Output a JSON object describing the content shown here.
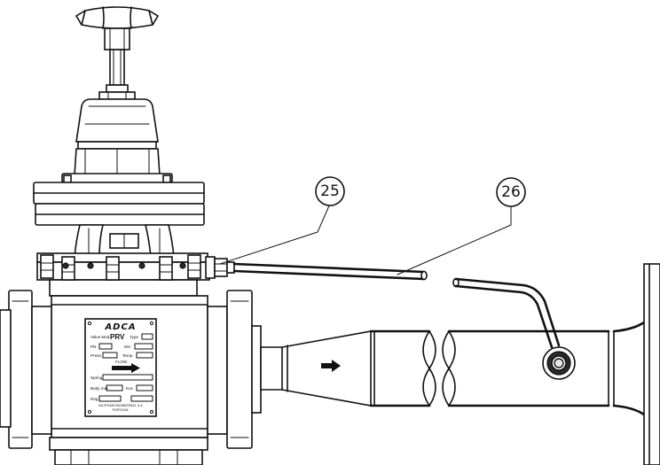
{
  "callouts": [
    {
      "number": "25",
      "target": "pressure-sensing-line-fitting"
    },
    {
      "number": "26",
      "target": "pressure-sensing-line-tube"
    }
  ],
  "nameplate": {
    "brand": "ADCA",
    "valve_mod_label": "Valve Mod.",
    "valve_mod_value": "PRV",
    "type_label": "Type",
    "pn_label": "PN",
    "dn_label": "DN",
    "press_label": "Press.",
    "temp_label": "Temp.",
    "flow_label": "FLOW",
    "spring_label": "Spring",
    "body_mat_label": "Body mat.",
    "kvs_label": "Kvs",
    "reg_label": "Reg.",
    "maker_line1": "VALSTEAM ENGINEERING, S.A.",
    "maker_line2": "PORTUGAL"
  },
  "colors": {
    "line": "#111111",
    "background": "#ffffff"
  }
}
